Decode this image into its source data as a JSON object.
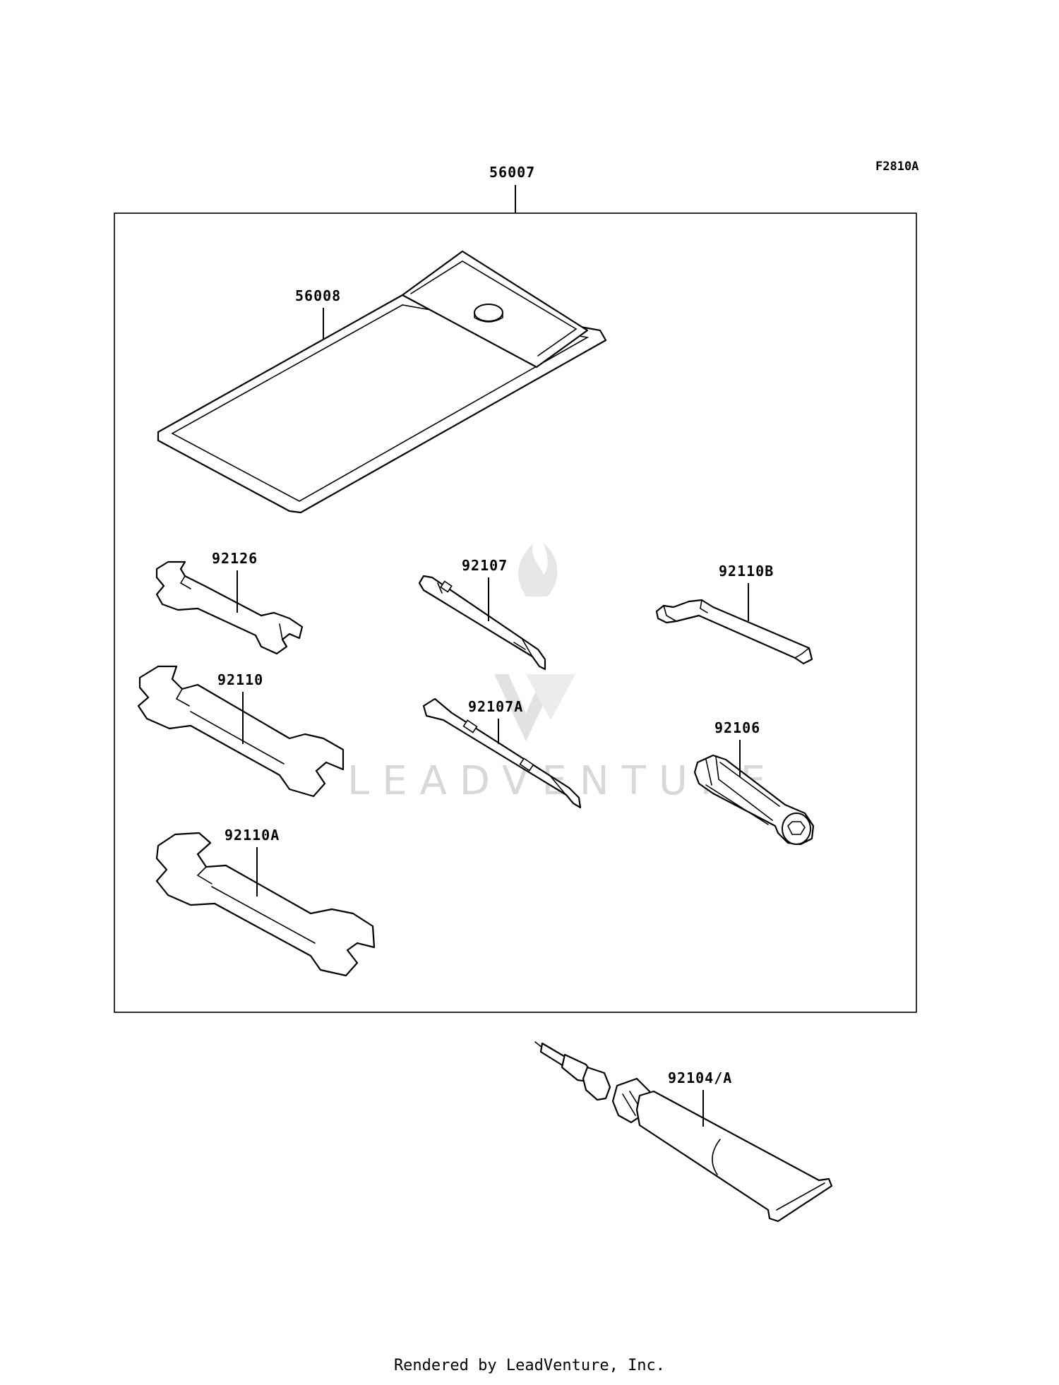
{
  "figure_code": "F2810A",
  "labels": {
    "tool_kit": "56007",
    "tool_bag": "56008",
    "wrench_small": "92126",
    "wrench_medium": "92110",
    "wrench_large": "92110A",
    "screwdriver_phillips": "92107",
    "screwdriver_flat": "92107A",
    "hex_key": "92110B",
    "screwdriver_handle": "92106",
    "grease_tube": "92104/A"
  },
  "watermark": {
    "brand": "LEADVENTURE"
  },
  "footer": "Rendered by LeadVenture, Inc."
}
